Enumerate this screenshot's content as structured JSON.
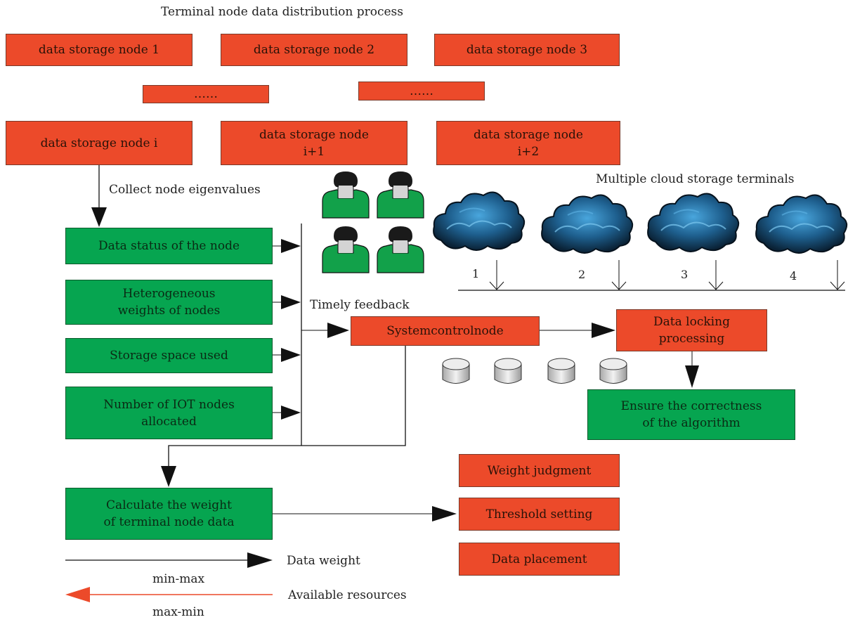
{
  "title": "Terminal node data distribution process",
  "storage_nodes": {
    "n1": "data storage node 1",
    "n2": "data storage node 2",
    "n3": "data storage node 3",
    "ellipsis_a": "……",
    "ellipsis_b": "……",
    "ni": "data storage node i",
    "ni1": "data storage node\ni+1",
    "ni2": "data storage node\ni+2"
  },
  "collect_label": "Collect node eigenvalues",
  "eigen_boxes": {
    "status": "Data status of the node",
    "hetero": "Heterogeneous\nweights of nodes",
    "space": "Storage space used",
    "iot": "Number of IOT nodes\nallocated"
  },
  "feedback_label": "Timely feedback",
  "control_node": "Systemcontrolnode",
  "data_locking": "Data locking\nprocessing",
  "ensure": "Ensure the correctness\nof the algorithm",
  "cloud_label": "Multiple cloud storage terminals",
  "cloud_numbers": [
    "1",
    "2",
    "3",
    "4"
  ],
  "calculate": "Calculate the weight\nof terminal node data",
  "weight_judgment": "Weight judgment",
  "threshold": "Threshold setting",
  "placement": "Data placement",
  "legend": {
    "data_weight": "Data weight",
    "min_max": "min-max",
    "available": "Available resources",
    "max_min": "max-min"
  },
  "colors": {
    "red_box": "#ec4a2a",
    "green_box": "#06a550",
    "legend_red_arrow": "#ec4a2a"
  },
  "icons": [
    "user-icon",
    "cloud-icon",
    "database-icon"
  ]
}
